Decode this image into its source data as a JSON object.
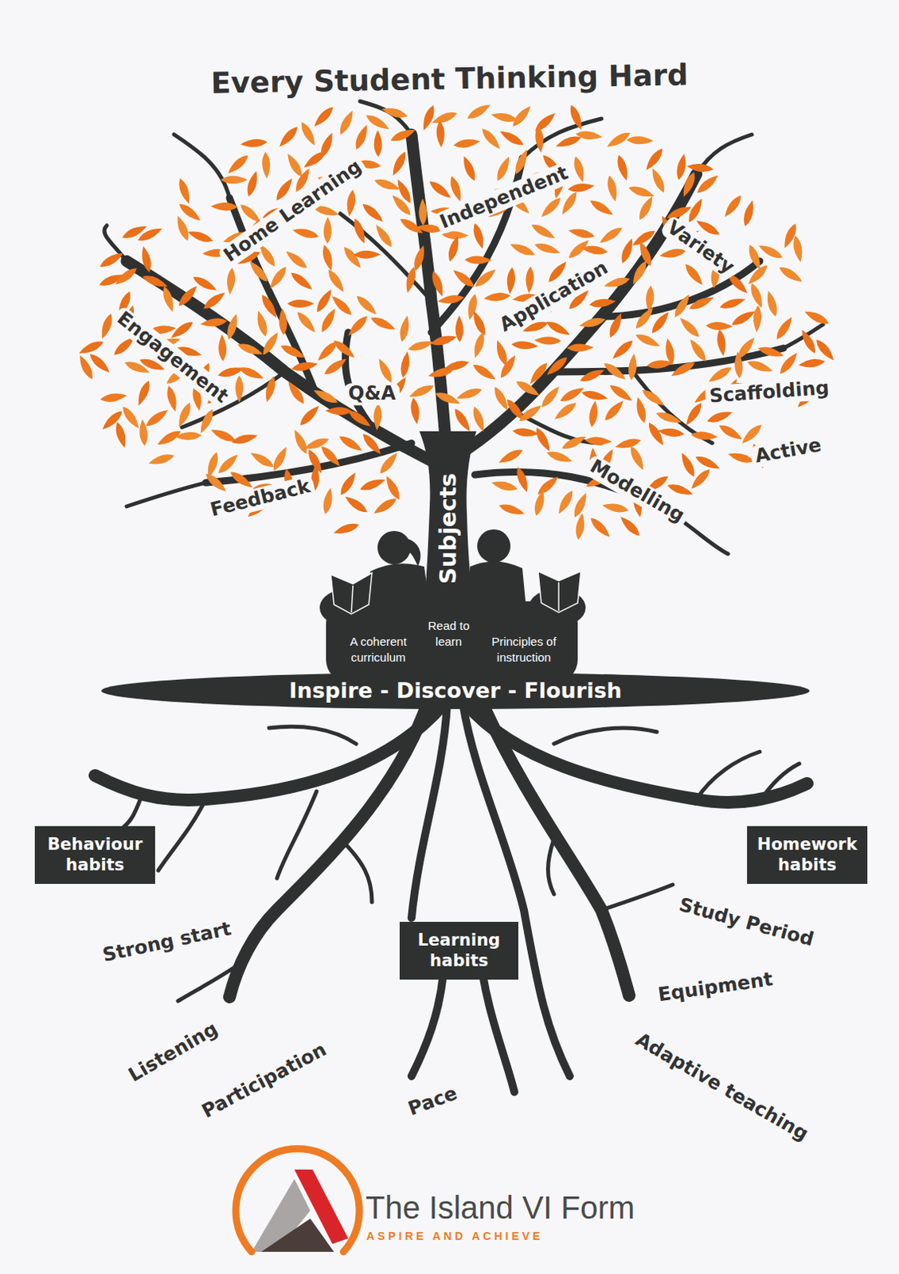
{
  "diagram": {
    "title": "Every Student Thinking Hard",
    "nodes": [
      {
        "text": [
          "Inspire - Discover - Flourish"
        ]
      },
      {
        "text": [
          "Behaviour habits"
        ]
      },
      {
        "text": [
          "Homework habits"
        ]
      },
      {
        "text": [
          "Learning habits"
        ]
      }
    ],
    "labels": [
      "Home Learning",
      "Independent",
      "Variety",
      "Engagement",
      "Application",
      "Q&A",
      "Scaffolding",
      "Active",
      "Feedback",
      "Modelling",
      "Subjects",
      "Read to learn",
      "A coherent curriculum",
      "Principles of instruction",
      "Strong start",
      "Study Period",
      "Equipment",
      "Listening",
      "Participation",
      "Adaptive teaching",
      "Pace",
      "The Island VI Form",
      "ASPIRE AND ACHIEVE"
    ]
  }
}
